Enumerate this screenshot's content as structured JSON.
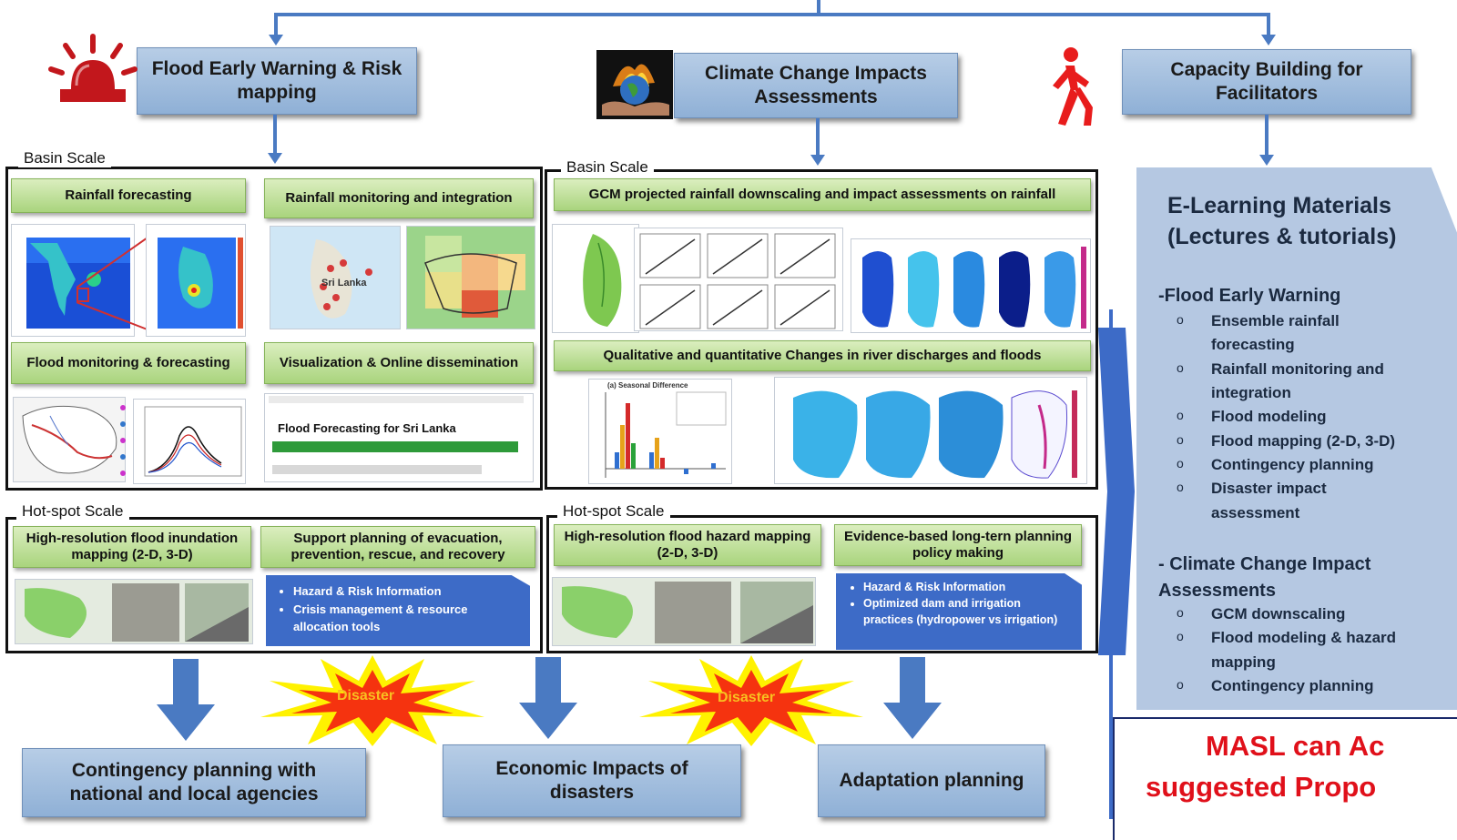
{
  "top": {
    "flood_title": "Flood Early Warning & Risk mapping",
    "climate_title": "Climate Change Impacts Assessments",
    "capacity_title": "Capacity Building for Facilitators"
  },
  "icons": {
    "siren": "siren-icon",
    "globe_fire": "globe-in-hand-icon",
    "walker": "walking-person-icon"
  },
  "left_basin": {
    "scale_label": "Basin Scale",
    "rainfall_forecasting": "Rainfall forecasting",
    "rainfall_monitoring": "Rainfall monitoring and integration",
    "flood_monitoring": "Flood monitoring & forecasting",
    "visualization": "Visualization & Online dissemination",
    "sri_lanka_map_label": "Sri Lanka",
    "web_title": "Flood Forecasting for Sri Lanka"
  },
  "mid_basin": {
    "scale_label": "Basin Scale",
    "gcm_title": "GCM projected rainfall downscaling and impact assessments on rainfall",
    "qual_title": "Qualitative and quantitative Changes in river discharges and floods",
    "seasonal_label": "(a) Seasonal Difference"
  },
  "left_hotspot": {
    "scale_label": "Hot-spot Scale",
    "hr_mapping": "High-resolution flood inundation mapping (2-D, 3-D)",
    "support_planning": "Support planning of evacuation, prevention, rescue, and recovery",
    "bullets": [
      "Hazard & Risk Information",
      "Crisis management & resource allocation tools"
    ]
  },
  "mid_hotspot": {
    "scale_label": "Hot-spot Scale",
    "hr_hazard": "High-resolution flood hazard mapping (2-D, 3-D)",
    "evidence": "Evidence-based long-tern planning policy making",
    "bullets": [
      "Hazard & Risk Information",
      "Optimized dam and irrigation practices (hydropower vs irrigation)"
    ]
  },
  "disaster_label": "Disaster",
  "bottom": {
    "contingency": "Contingency planning with national and local agencies",
    "economic": "Economic Impacts of disasters",
    "adaptation": "Adaptation planning"
  },
  "elearning": {
    "title_line1": "E-Learning Materials",
    "title_line2": "(Lectures & tutorials)",
    "flood_heading": "-Flood Early Warning",
    "flood_items": [
      "Ensemble rainfall forecasting",
      "Rainfall monitoring and integration",
      "Flood modeling",
      "Flood mapping (2-D, 3-D)",
      "Contingency planning",
      "Disaster impact assessment"
    ],
    "climate_heading": "- Climate Change Impact Assessments",
    "climate_items": [
      "GCM downscaling",
      "Flood modeling & hazard mapping",
      "Contingency planning"
    ]
  },
  "masl": {
    "line1": "MASL can Ac",
    "line2": "suggested Propo"
  },
  "colors": {
    "title_box": "#9db9dc",
    "green_box": "#b9de94",
    "blue_panel": "#3d6bc7",
    "arrow": "#4a7ac2",
    "masl_text": "#e0101a"
  }
}
